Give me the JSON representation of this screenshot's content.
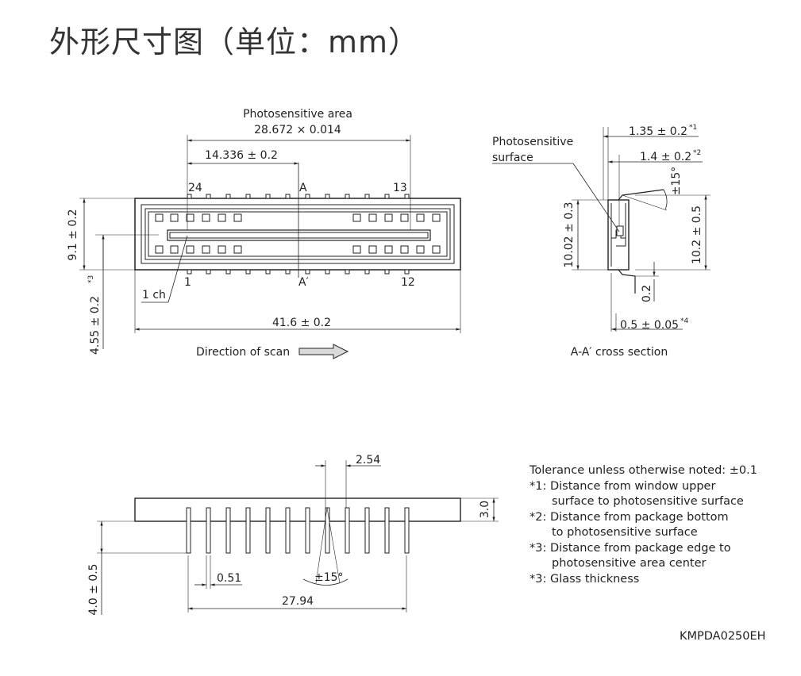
{
  "title": "外形尺寸图（单位：mm）",
  "top_view": {
    "photosensitive_area_label": "Photosensitive area",
    "photosensitive_area_dim": "28.672 × 0.014",
    "half_width_dim": "14.336 ± 0.2",
    "pin_24": "24",
    "section_A": "A",
    "pin_13": "13",
    "pin_1": "1",
    "section_A_prime": "A′",
    "pin_12": "12",
    "height_dim": "9.1 ± 0.2",
    "offset_dim": "4.55 ± 0.2",
    "offset_note": "*3",
    "channel_label": "1 ch",
    "length_dim": "41.6 ± 0.2",
    "scan_direction": "Direction of scan"
  },
  "cross_section": {
    "surface_label_1": "Photosensitive",
    "surface_label_2": "surface",
    "dim_window": "1.35 ± 0.2",
    "dim_window_note": "*1",
    "dim_bottom": "1.4 ± 0.2",
    "dim_bottom_note": "*2",
    "angle": "±15°",
    "height_left": "10.02 ± 0.3",
    "height_right": "10.2 ± 0.5",
    "lead_offset": "0.2",
    "glass_dim": "0.5 ± 0.05",
    "glass_note": "*4",
    "caption": "A-A′ cross section"
  },
  "side_view": {
    "pitch": "2.54",
    "thickness": "3.0",
    "lead_length": "4.0 ± 0.5",
    "lead_width": "0.51",
    "angle": "±15°",
    "span": "27.94"
  },
  "notes": {
    "tolerance": "Tolerance unless otherwise noted: ±0.1",
    "n1a": "*1: Distance from window upper",
    "n1b": "surface to photosensitive surface",
    "n2a": "*2: Distance from package bottom",
    "n2b": "to photosensitive surface",
    "n3a": "*3: Distance from package edge to",
    "n3b": "photosensitive area center",
    "n4": "*3: Glass thickness"
  },
  "drawing_code": "KMPDA0250EH"
}
